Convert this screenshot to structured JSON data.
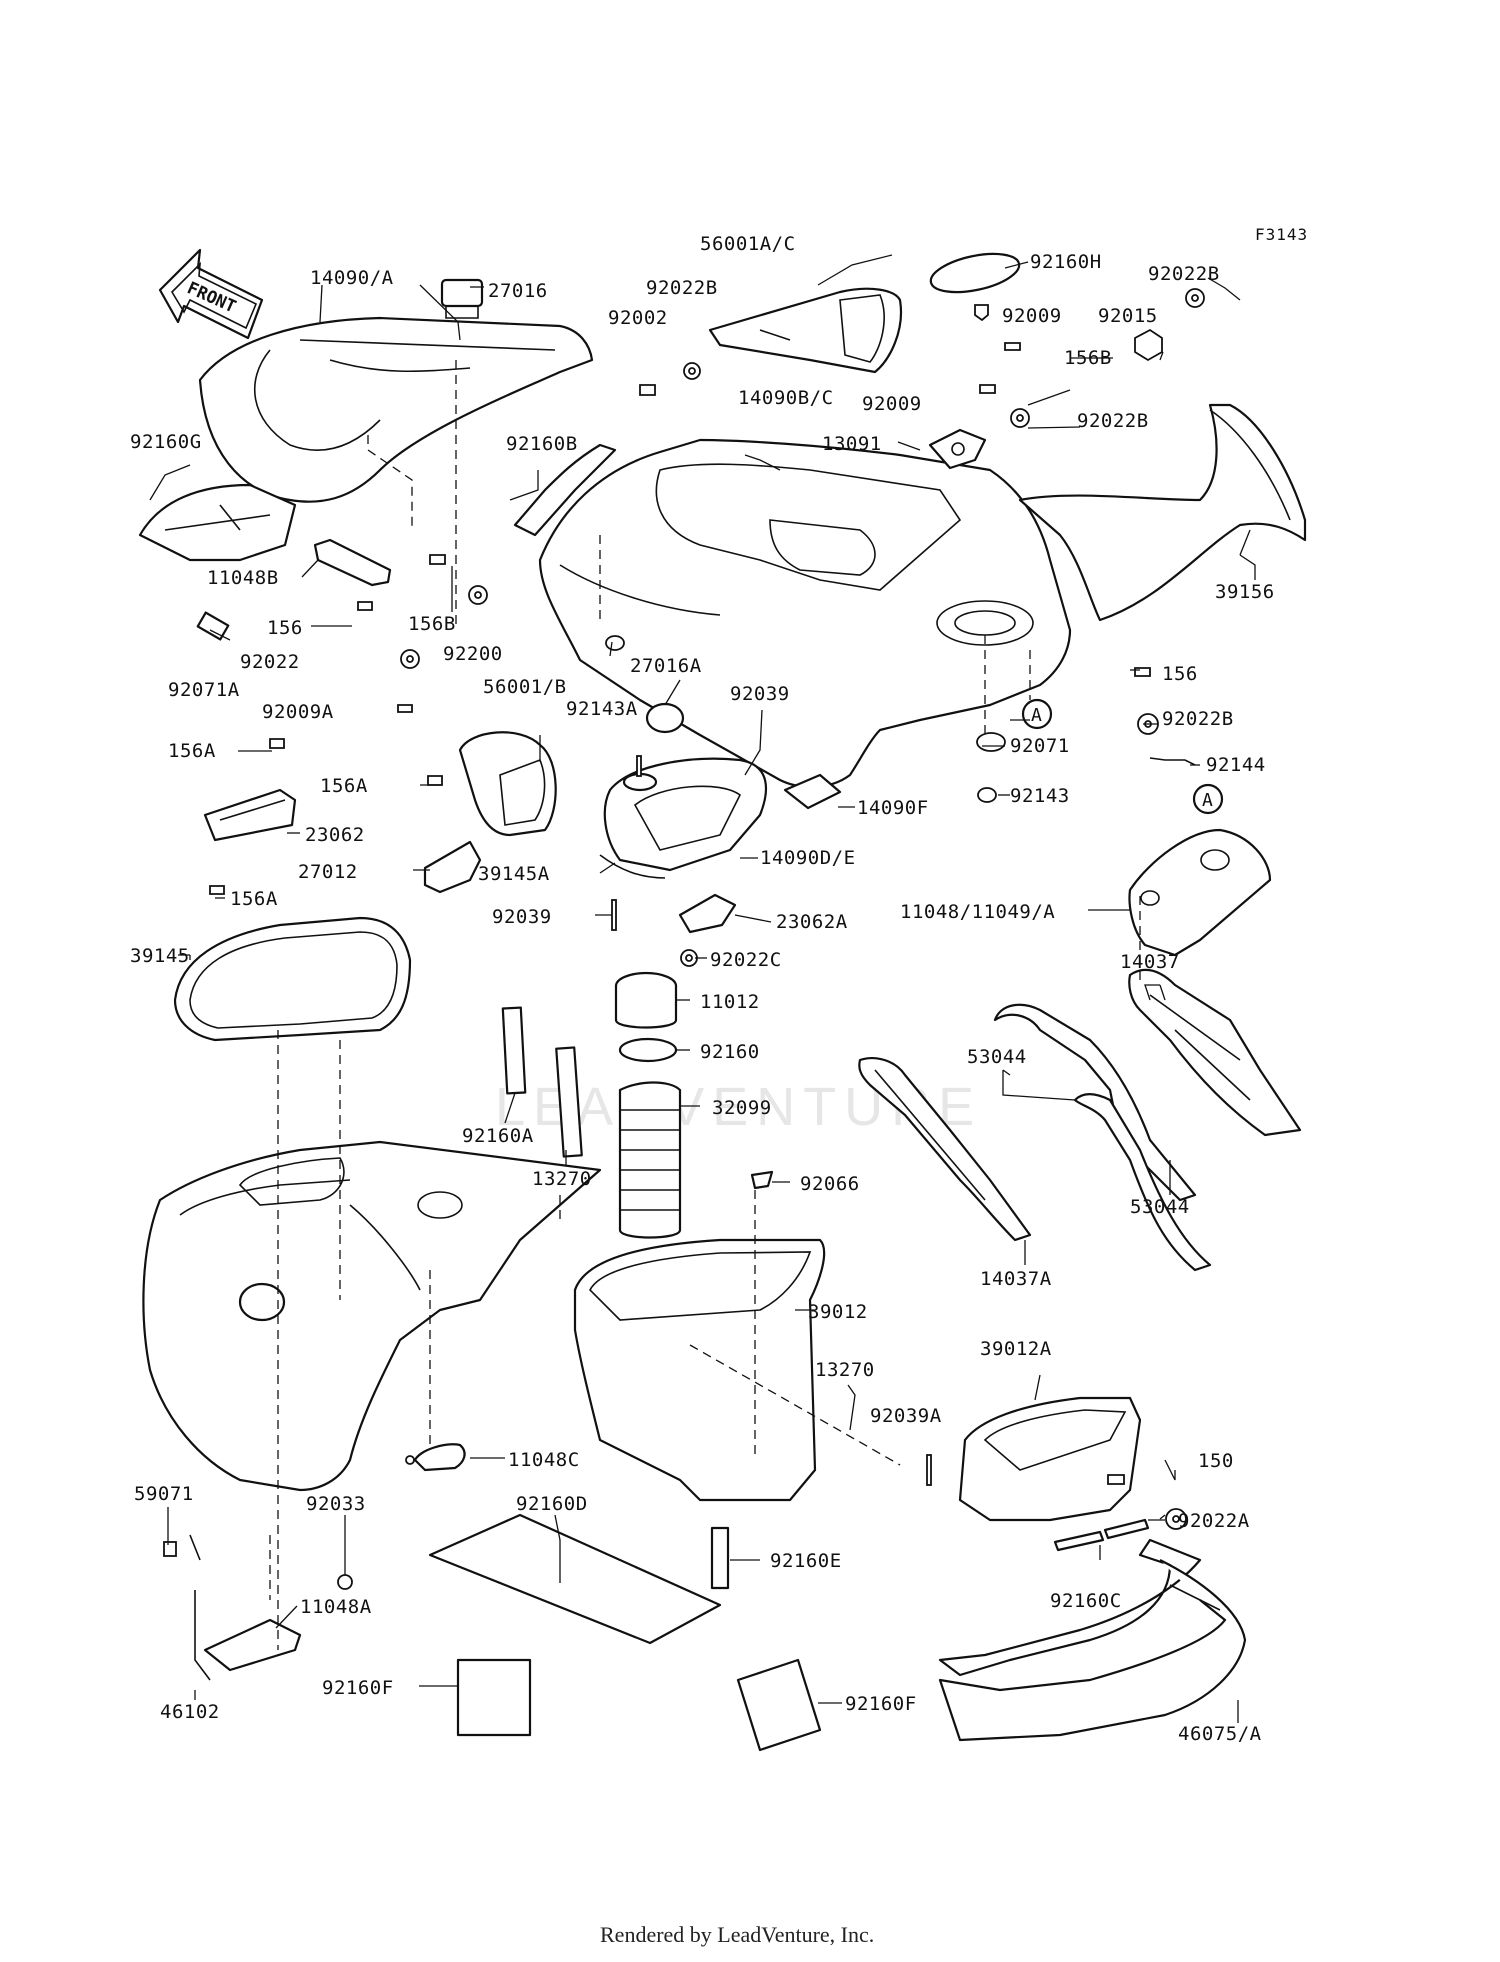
{
  "figure": {
    "code": "F3143",
    "front_label": "FRONT",
    "watermark": "LEADVENTURE",
    "footer": "Rendered by LeadVenture, Inc."
  },
  "callout_letters": [
    "A",
    "A"
  ],
  "labels": [
    "56001A/C",
    "92160H",
    "92022B",
    "27016",
    "14090/A",
    "92022B",
    "92002",
    "92009",
    "92015",
    "156B",
    "14090B/C",
    "92009",
    "92022B",
    "13091",
    "92160G",
    "92160B",
    "39156",
    "11048B",
    "156",
    "156B",
    "92200",
    "92022",
    "92071A",
    "92143A",
    "27016A",
    "92039",
    "156",
    "92022B",
    "92009A",
    "56001/B",
    "92071",
    "92144",
    "156A",
    "156A",
    "14090F",
    "92143",
    "23062",
    "14090D/E",
    "27012",
    "39145A",
    "11048/11049/A",
    "156A",
    "92039",
    "23062A",
    "39145",
    "92022C",
    "14037",
    "11012",
    "92160",
    "53044",
    "32099",
    "92160A",
    "13270",
    "92066",
    "53044",
    "14037A",
    "39012",
    "39012A",
    "13270",
    "92039A",
    "11048C",
    "150",
    "59071",
    "92033",
    "92160D",
    "92022A",
    "92160E",
    "11048A",
    "92160C",
    "92160F",
    "92160F",
    "46102",
    "46075/A"
  ]
}
